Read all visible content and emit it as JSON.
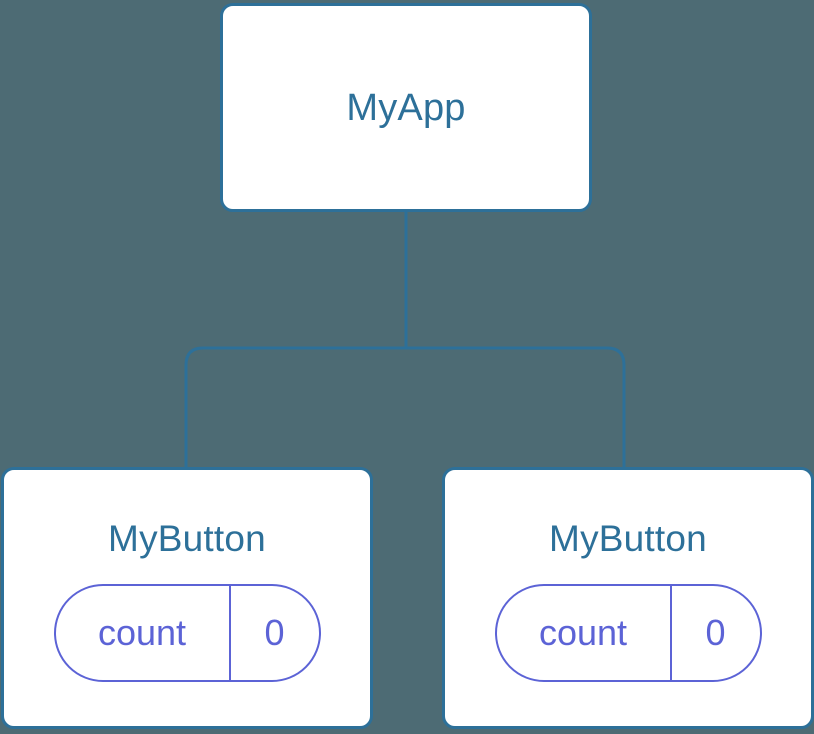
{
  "diagram": {
    "type": "component-tree",
    "background_color": "#4d6b74",
    "node_border_color": "#2d7099",
    "node_fill_color": "#ffffff",
    "node_title_color": "#2d7099",
    "edge_color": "#2d7099",
    "state_pill_color": "#5c63d6",
    "root": {
      "title": "MyApp"
    },
    "children": [
      {
        "title": "MyButton",
        "state": {
          "key": "count",
          "value": "0"
        }
      },
      {
        "title": "MyButton",
        "state": {
          "key": "count",
          "value": "0"
        }
      }
    ]
  }
}
